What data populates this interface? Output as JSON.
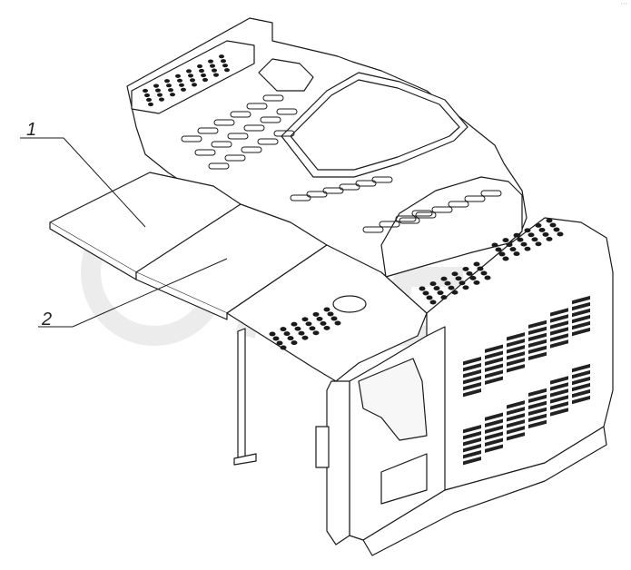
{
  "drawing": {
    "callouts": [
      {
        "number": "1"
      },
      {
        "number": "2"
      }
    ],
    "watermark": "ОРЕХ",
    "corner_mark": "’‘’"
  },
  "colors": {
    "line": "#1a1a1a",
    "fill": "#ffffff",
    "vent": "#222222",
    "watermark": "#e6e6e6"
  }
}
